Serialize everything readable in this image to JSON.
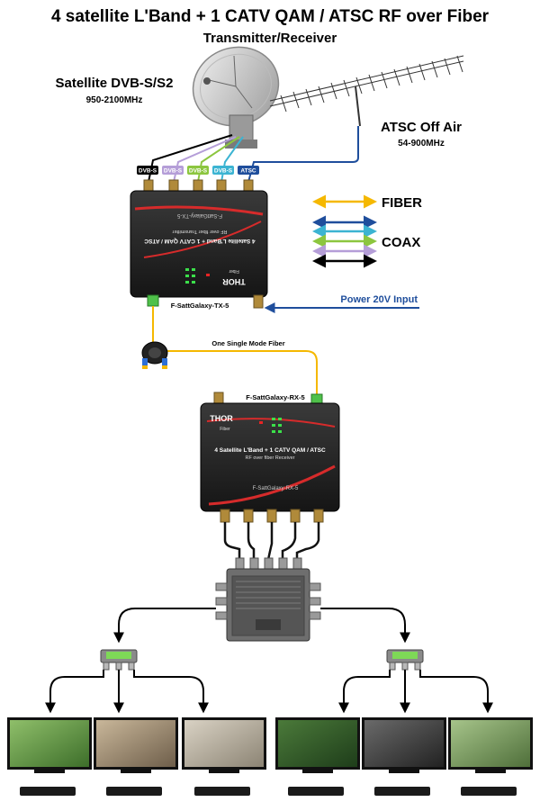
{
  "header": {
    "title": "4 satellite L'Band + 1 CATV QAM / ATSC RF over Fiber",
    "subtitle": "Transmitter/Receiver"
  },
  "satellite": {
    "title": "Satellite DVB-S/S2",
    "freq": "950-2100MHz"
  },
  "antenna": {
    "title": "ATSC Off Air",
    "freq": "54-900MHz"
  },
  "port_labels": [
    "DVB-S",
    "DVB-S",
    "DVB-S",
    "DVB-S",
    "ATSC"
  ],
  "legend": {
    "fiber": "FIBER",
    "coax": "COAX"
  },
  "transmitter": {
    "model": "F-SattGalaxy-TX-5",
    "panel_model": "F-SattGalaxy-TX-5",
    "line1": "4 Satellite L'Band + 1 CATV QAM / ATSC",
    "line2": "RF over fiber Transmitter",
    "brand": "THOR",
    "brand_sub": "Fiber"
  },
  "power": {
    "label": "Power 20V Input"
  },
  "fiber_link": {
    "label": "One Single Mode Fiber"
  },
  "receiver": {
    "model": "F-SattGalaxy-RX-5",
    "panel_model": "F-SattGalaxy-RX-5",
    "line1": "4 Satellite L'Band + 1 CATV QAM / ATSC",
    "line2": "RF over fiber Receiver",
    "brand": "THOR",
    "brand_sub": "Fiber"
  },
  "colors": {
    "fiber": "#f5b800",
    "coax_navy": "#1f4e9c",
    "coax_teal": "#3cb4d2",
    "coax_green": "#8cc63f",
    "coax_purple": "#b59ed8",
    "coax_black": "#000000",
    "power_arrow": "#1f4e9c"
  }
}
